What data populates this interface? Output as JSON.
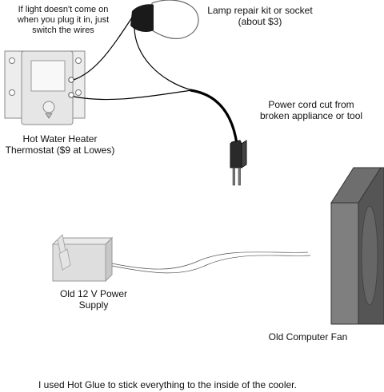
{
  "labels": {
    "light_note": [
      "If light doesn't come on",
      "when you plug it in, just",
      "switch the wires"
    ],
    "lamp": [
      "Lamp repair kit or socket",
      "(about $3)"
    ],
    "thermostat": [
      "Hot Water Heater",
      "Thermostat ($9 at Lowes)"
    ],
    "power_cord": [
      "Power cord cut from",
      "broken appliance or tool"
    ],
    "power_supply": [
      "Old 12 V Power",
      "Supply"
    ],
    "fan": "Old Computer Fan",
    "footer": "I used Hot Glue to stick everything to the inside of the cooler."
  },
  "colors": {
    "wire": "#000000",
    "thermostat_body": "#e8e8e8",
    "thermostat_outline": "#8a8a8a",
    "bulb": "#ffffff",
    "socket": "#1a1a1a",
    "plug": "#333333",
    "fan_front": "#7f7f7f",
    "fan_side": "#555555",
    "supply_body": "#dedede"
  }
}
